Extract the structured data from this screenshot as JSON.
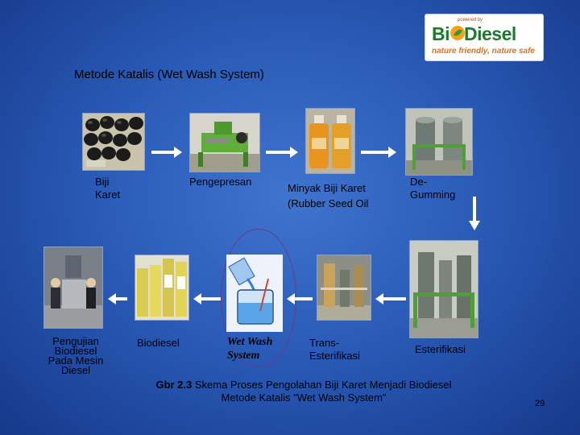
{
  "title": "Metode Katalis (Wet Wash System)",
  "logo": {
    "powered": "powered by",
    "brand_prefix": "Bi",
    "brand_suffix": "Diesel",
    "tagline": "nature friendly, nature safe"
  },
  "steps": {
    "biji_karet": "Biji\nKaret",
    "pengepresan": "Pengepresan",
    "minyak": "Minyak Biji Karet\n(Rubber Seed Oil",
    "degumming": "De-\nGumming",
    "esterifikasi": "Esterifikasi",
    "trans": "Trans-\nEsterifikasi",
    "wetwash": "Wet Wash\nSystem",
    "biodiesel": "Biodiesel",
    "pengujian": "Pengujian\nBiodiesel\nPada Mesin\nDiesel"
  },
  "caption": {
    "prefix": "Gbr 2.3",
    "line1": " Skema Proses Pengolahan Biji Karet Menjadi Biodiesel",
    "line2": "Metode Katalis \"Wet Wash System\""
  },
  "page_number": "29",
  "colors": {
    "background": "#2a5cb8",
    "arrow": "#ffffff",
    "logo_green": "#1b7a2c",
    "logo_orange": "#e0701a"
  }
}
